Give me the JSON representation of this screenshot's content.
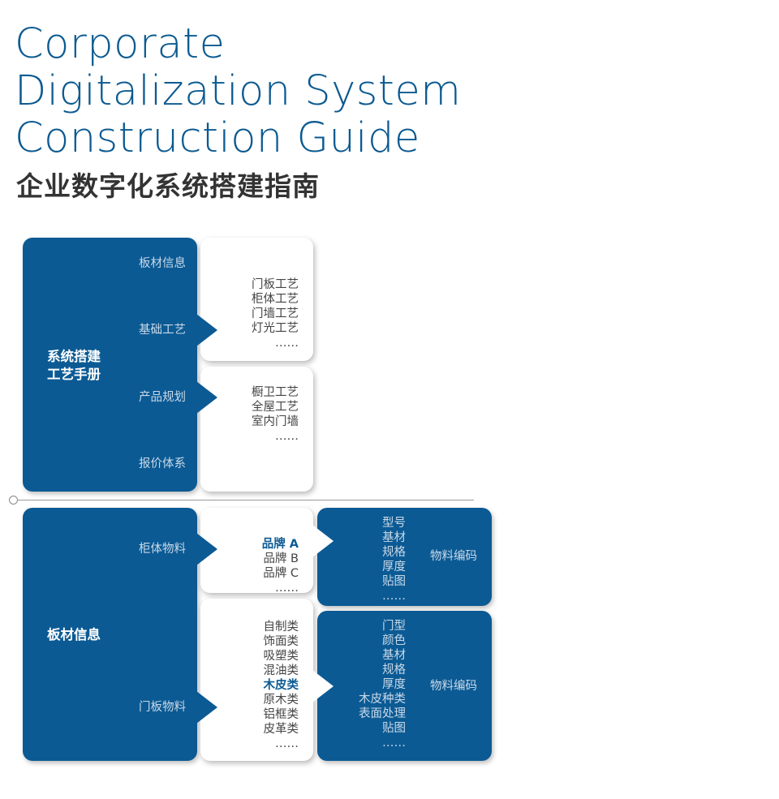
{
  "title": {
    "en": [
      "Corporate",
      "Digitalization System",
      "Construction Guide"
    ],
    "cn": "企业数字化系统搭建指南"
  },
  "section1": {
    "main": [
      "系统搭建",
      "工艺手册"
    ],
    "labels": [
      "板材信息",
      "基础工艺",
      "产品规划",
      "报价体系"
    ],
    "box1": [
      "门板工艺",
      "柜体工艺",
      "门墙工艺",
      "灯光工艺",
      "……"
    ],
    "box2": [
      "橱卫工艺",
      "全屋工艺",
      "室内门墙",
      "……"
    ]
  },
  "section2": {
    "main": "板材信息",
    "labels": [
      "柜体物料",
      "门板物料"
    ],
    "box1": [
      "品牌 A",
      "品牌 B",
      "品牌 C",
      "……"
    ],
    "box2": [
      "自制类",
      "饰面类",
      "吸塑类",
      "混油类",
      "木皮类",
      "原木类",
      "铝框类",
      "皮革类",
      "……"
    ],
    "attrs1": [
      "型号",
      "基材",
      "规格",
      "厚度",
      "贴图",
      "……"
    ],
    "attrs2": [
      "门型",
      "颜色",
      "基材",
      "规格",
      "厚度",
      "木皮种类",
      "表面处理",
      "贴图",
      "……"
    ],
    "code_label": "物料编码"
  },
  "colors": {
    "brand": "#0b5a94",
    "text": "#444444"
  }
}
